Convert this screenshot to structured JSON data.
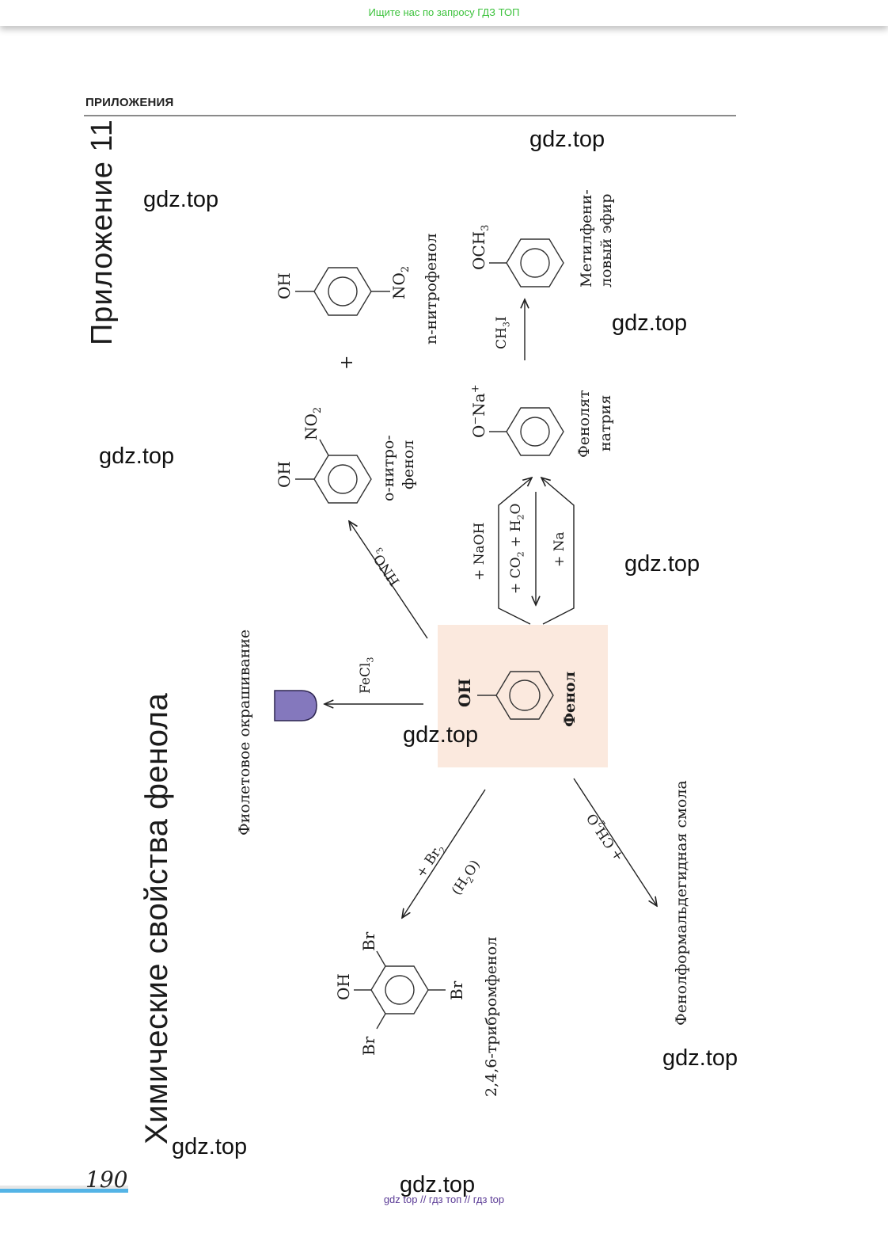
{
  "top_banner": "Ищите нас по запросу ГДЗ ТОП",
  "header": {
    "section": "ПРИЛОЖЕНИЯ",
    "appendix_title": "Приложение 11",
    "main_title": "Химические свойства фенола"
  },
  "diagram": {
    "center": {
      "formula": "OH",
      "name": "Фенол",
      "highlight_color": "#fbe9de"
    },
    "reactions": [
      {
        "id": "nitration",
        "reagent": "HNO3",
        "products": [
          {
            "formula_groups": [
              "OH",
              "NO2"
            ],
            "name_lines": [
              "о-нитро-",
              "фенол"
            ]
          },
          {
            "formula_groups": [
              "OH",
              "NO2"
            ],
            "name_lines": [
              "n-нитрофенол"
            ]
          }
        ],
        "joiner": "+"
      },
      {
        "id": "sodium",
        "reagents": [
          "+ NaOH",
          "+ CO2 + H2O",
          "+ Na"
        ],
        "product": {
          "formula": "O−Na+",
          "name_lines": [
            "Фенолят",
            "натрия"
          ]
        }
      },
      {
        "id": "methylation",
        "reagent": "CH3I",
        "product": {
          "formula": "OCH3",
          "name_lines": [
            "Метилфени-",
            "ловый эфир"
          ]
        }
      },
      {
        "id": "ferric",
        "reagent": "FeCl3",
        "product": {
          "name": "Фиолетовое окрашивание",
          "color": "#8478bd"
        }
      },
      {
        "id": "bromination",
        "reagent_lines": [
          "+ Br2",
          "(H2O)"
        ],
        "product": {
          "groups": [
            "OH",
            "Br",
            "Br",
            "Br"
          ],
          "name": "2,4,6-трибромфенол"
        }
      },
      {
        "id": "formaldehyde",
        "reagent": "+ CH2O",
        "product": {
          "name": "Фенолформальдегидная смола"
        }
      }
    ]
  },
  "watermarks": [
    "gdz.top",
    "gdz.top",
    "gdz.top",
    "gdz.top",
    "gdz.top",
    "gdz.top",
    "gdz.top",
    "gdz.top",
    "gdz.top",
    "gdz.top"
  ],
  "page_number": "190",
  "footer": "gdz top  //  гдз топ  //  гдз top"
}
